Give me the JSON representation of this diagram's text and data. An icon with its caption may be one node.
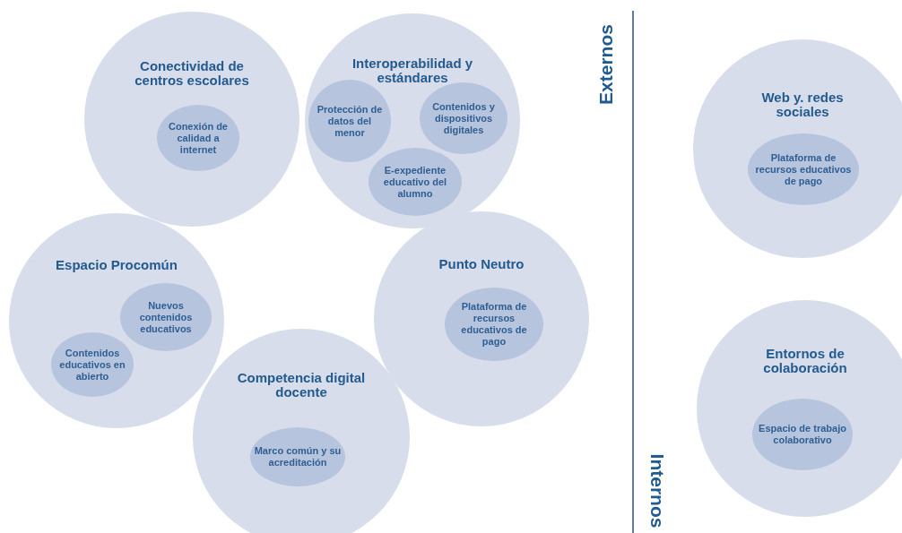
{
  "diagram": {
    "nodes": [
      {
        "text": [
          "Conectividad de centros escolares"
        ]
      },
      {
        "text": [
          "Conexión de calidad a internet"
        ],
        "in": 0
      },
      {
        "text": [
          "Interoperabilidad y estándares"
        ]
      },
      {
        "text": [
          "Protección de datos del menor"
        ],
        "in": 2
      },
      {
        "text": [
          "Contenidos y dispositivos digitales"
        ],
        "in": 2
      },
      {
        "text": [
          "E-expediente educativo del alumno"
        ],
        "in": 2
      },
      {
        "text": [
          "Espacio Procomún"
        ]
      },
      {
        "text": [
          "Nuevos contenidos educativos"
        ],
        "in": 6
      },
      {
        "text": [
          "Contenidos educativos en abierto"
        ],
        "in": 6
      },
      {
        "text": [
          "Punto Neutro"
        ]
      },
      {
        "text": [
          "Plataforma de recursos educativos de pago"
        ],
        "in": 9
      },
      {
        "text": [
          "Competencia digital docente"
        ]
      },
      {
        "text": [
          "Marco común y su acreditación"
        ],
        "in": 11
      },
      {
        "text": [
          "Web y. redes sociales"
        ]
      },
      {
        "text": [
          "Plataforma de recursos educativos de pago"
        ],
        "in": 13
      },
      {
        "text": [
          "Entornos de colaboración"
        ]
      },
      {
        "text": [
          "Espacio de trabajo colaborativo"
        ],
        "in": 15
      }
    ],
    "edges": [],
    "labels": [
      "Externos",
      "Internos"
    ]
  }
}
